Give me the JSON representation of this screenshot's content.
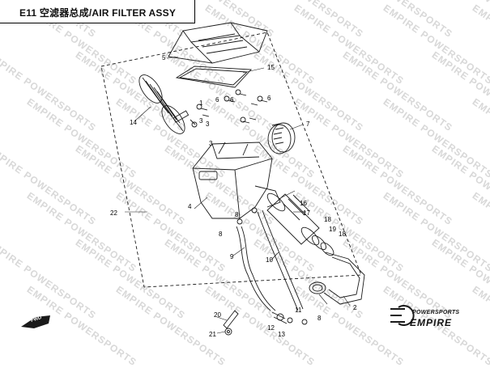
{
  "title": "E11 空滤器总成/AIR FILTER ASSY",
  "watermark": "EMPIRE POWERSPORTS",
  "logo": {
    "line1": "POWERSPORTS",
    "line2": "EMPIRE"
  },
  "fwd_label": "FWD",
  "callouts": [
    "1",
    "2",
    "3",
    "3",
    "3",
    "4",
    "5",
    "6",
    "6",
    "6",
    "7",
    "8",
    "8",
    "8",
    "9",
    "10",
    "11",
    "12",
    "13",
    "14",
    "15",
    "16",
    "17",
    "18",
    "18",
    "19",
    "20",
    "21",
    "22"
  ],
  "colors": {
    "line": "#1a1a1a",
    "watermark": "#d8d8d8",
    "background": "#ffffff"
  }
}
